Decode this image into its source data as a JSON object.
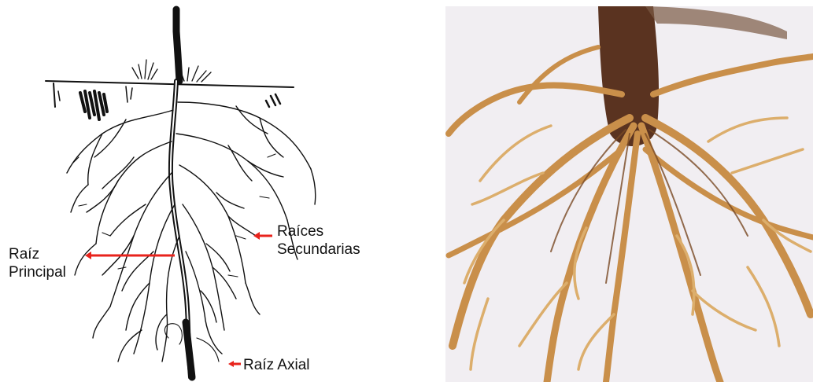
{
  "labels": {
    "principal": [
      "Raíz",
      "Principal"
    ],
    "secundarias": [
      "Raíces",
      "Secundarias"
    ],
    "axial": "Raíz Axial"
  },
  "colors": {
    "arrow": "#e8231c",
    "ink": "#111111",
    "root_photo_light": "#d7a45a",
    "root_photo_dark": "#6b3a1e",
    "photo_background": "#f1eef2"
  },
  "panels": {
    "left": "drawing",
    "right": "photograph"
  }
}
